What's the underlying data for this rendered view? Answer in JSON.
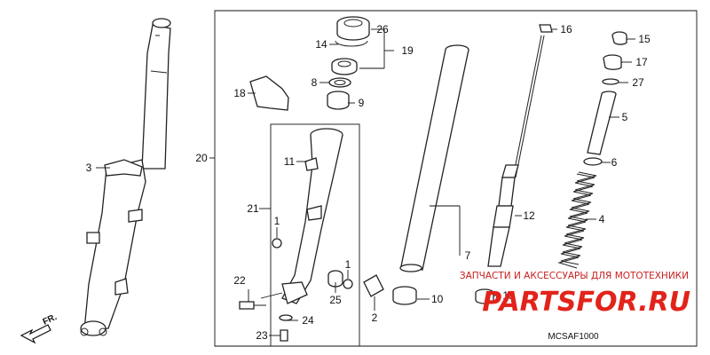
{
  "diagram": {
    "code": "MCSAF1000",
    "direction_label": "FR.",
    "callouts": {
      "c1a": "1",
      "c1b": "1",
      "c2": "2",
      "c3": "3",
      "c4": "4",
      "c5": "5",
      "c6": "6",
      "c7": "7",
      "c8": "8",
      "c9": "9",
      "c10": "10",
      "c11": "11",
      "c12": "12",
      "c13": "13",
      "c14": "14",
      "c15": "15",
      "c16": "16",
      "c17": "17",
      "c18": "18",
      "c19": "19",
      "c20": "20",
      "c21": "21",
      "c22": "22",
      "c23": "23",
      "c24": "24",
      "c25": "25",
      "c26": "26",
      "c27": "27"
    }
  },
  "watermark": {
    "tagline": "ЗАПЧАСТИ И АКСЕССУАРЫ ДЛЯ МОТОТЕХНИКИ",
    "brand": "PARTSFOR.RU",
    "brand_color": "#e2231a"
  }
}
